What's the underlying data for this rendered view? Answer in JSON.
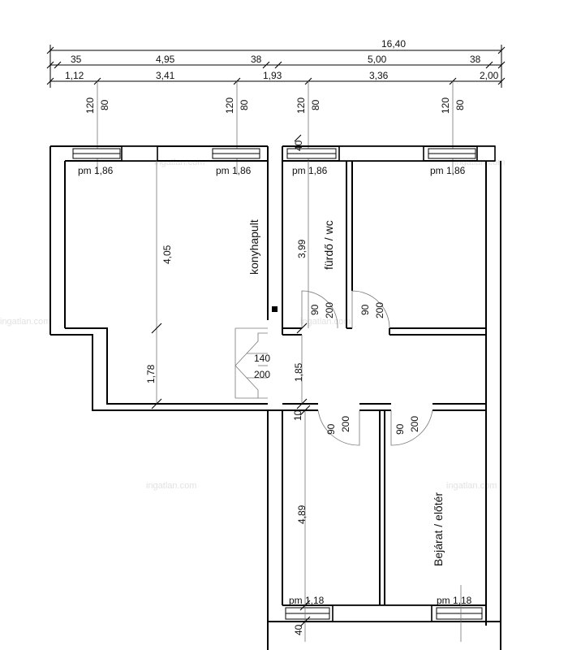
{
  "dimensions": {
    "total_width": "16,40",
    "row1": [
      "35",
      "4,95",
      "38",
      "5,00",
      "38"
    ],
    "row2": [
      "1,12",
      "3,41",
      "1,93",
      "3,36",
      "2,00"
    ]
  },
  "windows": {
    "upper_sill_labels": [
      "pm 1,86",
      "pm 1,86",
      "pm 1,86",
      "pm 1,86"
    ],
    "lower_sill_labels": [
      "pm 1,18",
      "pm 1,18"
    ],
    "upper_width": "120",
    "upper_height": "80",
    "wall_thickness": "40"
  },
  "rooms": {
    "kitchen_label": "konyhapult",
    "bathroom_label": "fürdő / wc",
    "entry_label": "Bejárat / előtér"
  },
  "room_dimensions": {
    "kitchen_depth": "4,05",
    "kitchen_lower": "1,78",
    "bathroom_depth": "3,99",
    "hallway_depth": "1,85",
    "lower_room_depth": "4,89",
    "lower_wall": "10"
  },
  "doors": {
    "width": "90",
    "height": "200"
  },
  "stairs": {
    "width": "140",
    "height": "200"
  },
  "watermark": "ingatlan.com"
}
